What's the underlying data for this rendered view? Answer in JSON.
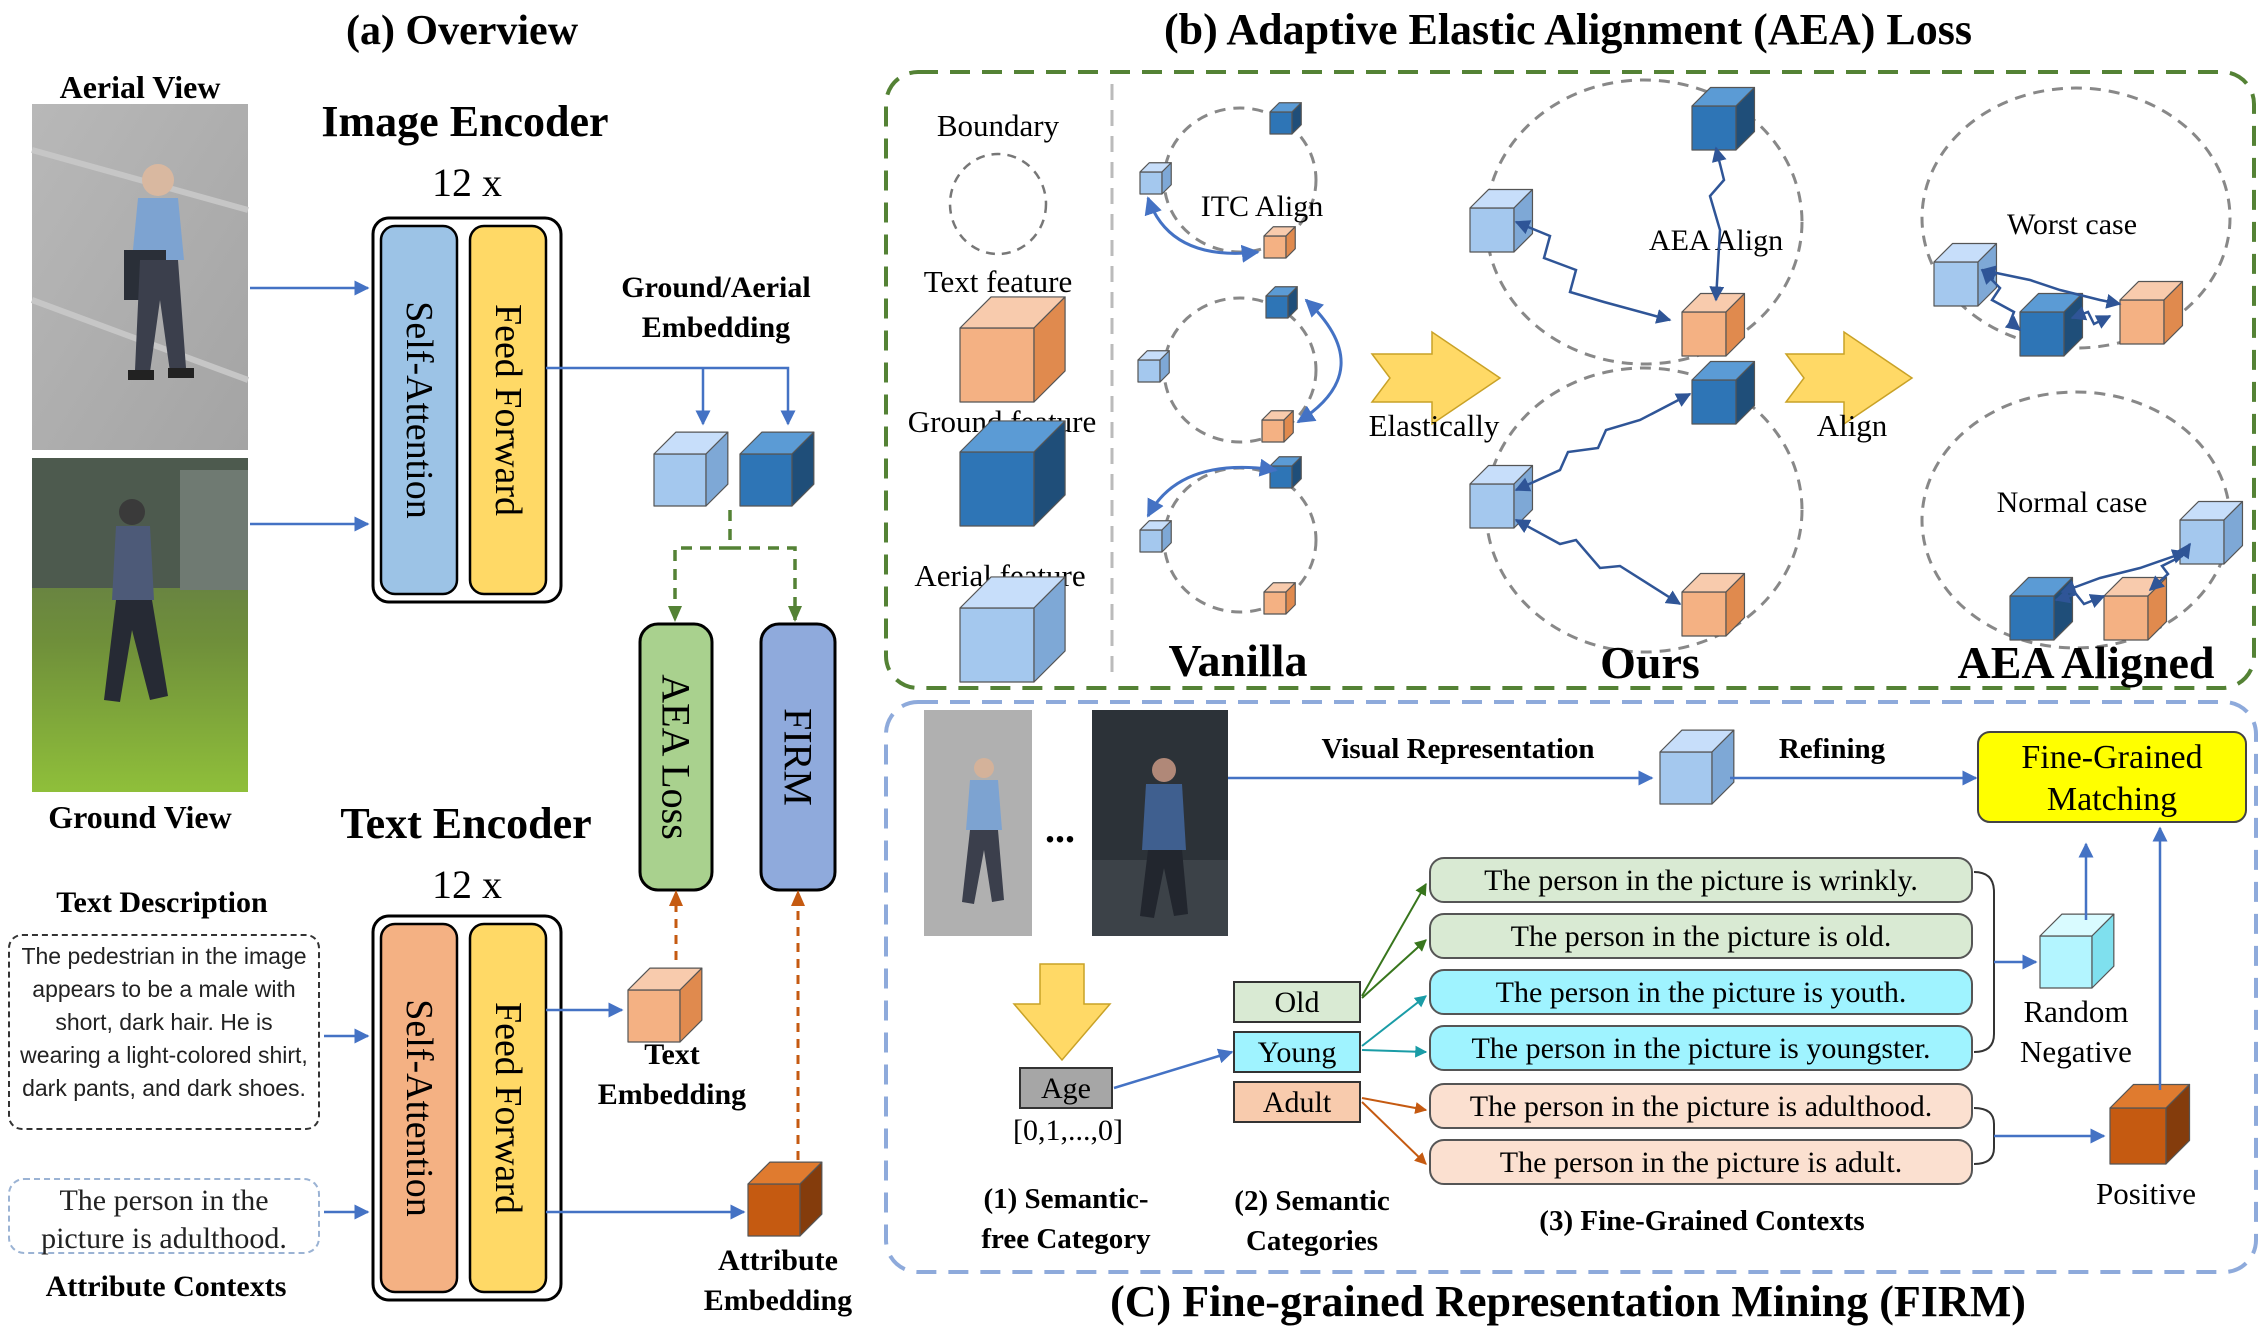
{
  "overview": {
    "title": "(a) Overview",
    "aerial_view": "Aerial View",
    "ground_view": "Ground View",
    "image_encoder": {
      "title": "Image Encoder",
      "repeat": "12 x",
      "self_attention": "Self-Attention",
      "feed_forward": "Feed Forward"
    },
    "text_encoder": {
      "title": "Text  Encoder",
      "repeat": "12 x",
      "self_attention": "Self-Attention",
      "feed_forward": "Feed Forward"
    },
    "embedding_label_1": "Ground/Aerial",
    "embedding_label_2": "Embedding",
    "aea_loss": "AEA Loss",
    "firm": "FIRM",
    "text_description_title": "Text Description",
    "text_description": "The pedestrian in the image appears to be a male with short, dark hair. He is wearing a light-colored shirt, dark pants, and dark shoes.",
    "attribute_example": "The person in the picture is adulthood.",
    "attribute_contexts": "Attribute Contexts",
    "text_embedding_1": "Text",
    "text_embedding_2": "Embedding",
    "attribute_embedding_1": "Attribute",
    "attribute_embedding_2": "Embedding"
  },
  "aea": {
    "title": "(b) Adaptive Elastic Alignment (AEA) Loss",
    "legend": {
      "boundary": "Boundary",
      "text": "Text feature",
      "ground": "Ground feature",
      "aerial": "Aerial feature"
    },
    "itc_align": "ITC Align",
    "elastically": "Elastically",
    "aea_align": "AEA Align",
    "align": "Align",
    "worst_case": "Worst case",
    "normal_case": "Normal case",
    "vanilla": "Vanilla",
    "ours": "Ours",
    "aea_aligned": "AEA Aligned"
  },
  "firm": {
    "title": "(C) Fine-grained Representation Mining (FIRM)",
    "ellipsis": "...",
    "visual_representation": "Visual Representation",
    "refining": "Refining",
    "matching_1": "Fine-Grained",
    "matching_2": "Matching",
    "age": "Age",
    "age_vector": "[0,1,...,0]",
    "categories": {
      "old": "Old",
      "young": "Young",
      "adult": "Adult"
    },
    "contexts": [
      "The person in the picture is wrinkly.",
      "The person in the picture is old.",
      "The person in the picture is youth.",
      "The person in the picture is youngster.",
      "The person in the picture is adulthood.",
      "The person in the picture is adult."
    ],
    "random_negative_1": "Random",
    "random_negative_2": "Negative",
    "positive": "Positive",
    "label1_a": "(1) Semantic-",
    "label1_b": "free Category",
    "label2_a": "(2) Semantic",
    "label2_b": "Categories",
    "label3": "(3) Fine-Grained Contexts"
  },
  "colors": {
    "self_attention_blue": "#9cc3e6",
    "feed_forward_yellow": "#ffd966",
    "self_attention_orange": "#f4b183",
    "aea_loss_green": "#a9d18e",
    "firm_blue": "#8faadc",
    "arrow_blue": "#4472c4",
    "dashed_green": "#548235",
    "dashed_orange": "#c55a11",
    "matching_yellow": "#ffff00",
    "old_green": "#d9ead3",
    "young_cyan": "#9ff3ff",
    "adult_orange": "#f8cbad"
  }
}
